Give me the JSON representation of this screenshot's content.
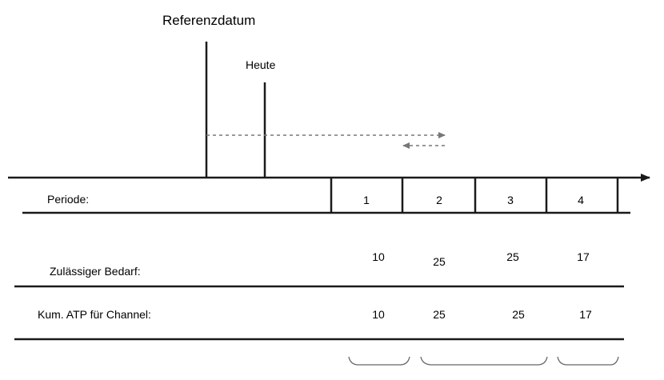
{
  "labels": {
    "referenzdatum": "Referenzdatum",
    "heute": "Heute",
    "periode": "Periode:",
    "zulaessiger_bedarf": "Zulässiger Bedarf:",
    "kum_atp": "Kum. ATP für Channel:"
  },
  "periods": [
    "1",
    "2",
    "3",
    "4"
  ],
  "zulaessiger_bedarf_values": [
    "10",
    "25",
    "25",
    "17"
  ],
  "kum_atp_values": [
    "10",
    "25",
    "25",
    "17"
  ],
  "colors": {
    "line": "#1a1a1a",
    "dashed_arrow": "#777777"
  }
}
